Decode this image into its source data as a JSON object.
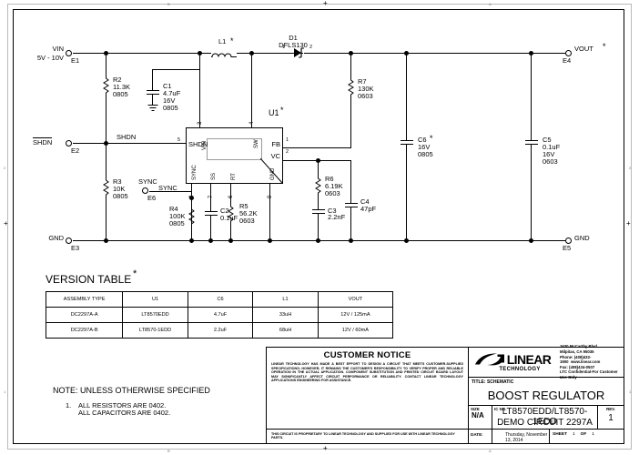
{
  "sheet": {
    "zone_labels_left": [
      "2",
      "1"
    ],
    "zone_labels_right": [
      "2",
      "1"
    ],
    "zone_labels_top": [
      "B",
      "A"
    ],
    "zone_labels_bottom": [
      "B",
      "A"
    ]
  },
  "nets": {
    "vin_name": "VIN",
    "vin_range": "5V - 10V",
    "vin_ref": "E1",
    "shdn_name": "SHDN",
    "shdn_ref": "E2",
    "shdn_wire_label": "SHDN",
    "gnd_name": "GND",
    "gnd_ref": "E3",
    "sync_name": "SYNC",
    "sync_ref": "E6",
    "sync_wire_label": "SYNC",
    "vout_name": "VOUT",
    "vout_ref": "E4",
    "gnd_right_name": "GND",
    "gnd_right_ref": "E5"
  },
  "components": {
    "r2": {
      "ref": "R2",
      "value": "11.3K",
      "package": "0805"
    },
    "r3": {
      "ref": "R3",
      "value": "10K",
      "package": "0805"
    },
    "r4": {
      "ref": "R4",
      "value": "100K",
      "package": "0805"
    },
    "r5": {
      "ref": "R5",
      "value": "56.2K",
      "package": "0603"
    },
    "r6": {
      "ref": "R6",
      "value": "6.19K",
      "package": "0603"
    },
    "r7": {
      "ref": "R7",
      "value": "130K",
      "package": "0603"
    },
    "c1": {
      "ref": "C1",
      "value": "4.7uF",
      "voltage": "16V",
      "package": "0805"
    },
    "c2": {
      "ref": "C2",
      "value": "0.1uF"
    },
    "c3": {
      "ref": "C3",
      "value": "2.2nF"
    },
    "c4": {
      "ref": "C4",
      "value": "47pF"
    },
    "c5": {
      "ref": "C5",
      "value": "0.1uF",
      "voltage": "16V",
      "package": "0603"
    },
    "c6": {
      "ref": "C6",
      "voltage": "16V",
      "package": "0805",
      "starred": "*"
    },
    "l1": {
      "ref": "L1",
      "starred": "*"
    },
    "d1": {
      "ref": "D1",
      "value": "DFLS130",
      "pin1": "1",
      "pin2": "2"
    },
    "u1": {
      "ref": "U1",
      "starred": "*",
      "pins": {
        "vin": {
          "name": "VIN",
          "number": "3"
        },
        "sw": {
          "name": "SW",
          "number": "4"
        },
        "shdn": {
          "name": "SHDN",
          "number": "5"
        },
        "fb": {
          "name": "FB",
          "number": "1"
        },
        "vc": {
          "name": "VC",
          "number": "2"
        },
        "sync": {
          "name": "SYNC",
          "number": "8"
        },
        "ss": {
          "name": "SS",
          "number": "7"
        },
        "rt": {
          "name": "RT",
          "number": "6"
        },
        "gnd": {
          "name": "GND",
          "number": "9"
        }
      }
    }
  },
  "version_table": {
    "title": "VERSION TABLE",
    "star": "*",
    "headers": [
      "ASSEMBLY TYPE",
      "U1",
      "C6",
      "L1",
      "VOUT"
    ],
    "rows": [
      [
        "DC2297A-A",
        "LT8570EDD",
        "4.7uF",
        "33uH",
        "12V / 125mA"
      ],
      [
        "DC2297A-B",
        "LT8570-1EDD",
        "2.2uF",
        "68uH",
        "12V / 60mA"
      ]
    ]
  },
  "notes": {
    "heading": "NOTE: UNLESS OTHERWISE SPECIFIED",
    "items": [
      {
        "num": "1.",
        "line1": "ALL RESISTORS ARE 0402.",
        "line2": "ALL CAPACITORS ARE 0402."
      }
    ]
  },
  "title_block": {
    "customer_notice_title": "CUSTOMER NOTICE",
    "customer_notice_body": "LINEAR TECHNOLOGY HAS MADE A BEST EFFORT TO DESIGN A CIRCUIT THAT MEETS CUSTOMER-SUPPLIED SPECIFICATIONS; HOWEVER, IT REMAINS THE CUSTOMER'S RESPONSIBILITY TO VERIFY PROPER AND RELIABLE OPERATION IN THE ACTUAL APPLICATION.  COMPONENT SUBSTITUTION AND PRINTED CIRCUIT BOARD LAYOUT MAY SIGNIFICANTLY AFFECT CIRCUIT PERFORMANCE OR RELIABILITY.  CONTACT LINEAR TECHNOLOGY APPLICATIONS ENGINEERING FOR ASSISTANCE.",
    "customer_notice_footer": "THIS CIRCUIT IS PROPRIETARY TO LINEAR TECHNOLOGY AND SUPPLIED FOR USE WITH LINEAR TECHNOLOGY PARTS.",
    "logo_word": "LINEAR",
    "logo_sub": "TECHNOLOGY",
    "address_line1": "1630 McCarthy Blvd.",
    "address_line2": "Milpitas, CA 95035",
    "address_line3": "Phone: (408)432-1900",
    "address_web": "www.linear.com",
    "address_line4": "Fax: (408)434-0507",
    "address_line5": "LTC Confidential-For Customer Use Only",
    "title_label": "TITLE:",
    "title_value": "SCHEMATIC",
    "title_main": "BOOST REGULATOR",
    "size_label": "SIZE",
    "size_value": "N/A",
    "ic_label": "IC NO.",
    "ic_line1": "LT8570EDD/LT8570-1EDD",
    "ic_line2": "DEMO CIRCUIT 2297A",
    "rev_label": "REV.",
    "rev_value": "1",
    "date_label": "DATE:",
    "date_value": "Thursday, November 13, 2014",
    "sheet_label": "SHEET",
    "sheet_num": "1",
    "of_label": "OF",
    "of_num": "1"
  }
}
